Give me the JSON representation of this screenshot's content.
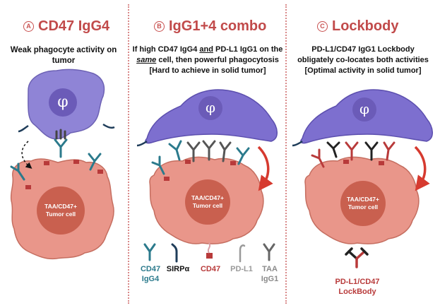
{
  "panels": [
    {
      "badge": "A",
      "title": "CD47 IgG4",
      "description": [
        "Weak phagocyte activity on",
        "tumor"
      ],
      "phagocyte_symbol": "φ",
      "cell_label": [
        "TAA/CD47+",
        "Tumor cell"
      ]
    },
    {
      "badge": "B",
      "title": "IgG1+4 combo",
      "description": {
        "line1_a": "If high CD47 IgG4 ",
        "line1_b": "and",
        "line1_c": " PD-L1 IgG1 on the",
        "line2_a": "same",
        "line2_b": " cell, then powerful phagocytosis",
        "line3": "[Hard to achieve in solid tumor]"
      },
      "phagocyte_symbol": "φ",
      "cell_label": [
        "TAA/CD47+",
        "Tumor cell"
      ]
    },
    {
      "badge": "C",
      "title": "Lockbody",
      "description": [
        "PD-L1/CD47 IgG1 Lockbody",
        "obligately co-locates both activities",
        "[Optimal activity in solid tumor]"
      ],
      "phagocyte_symbol": "φ",
      "cell_label": [
        "TAA/CD47+",
        "Tumor cell"
      ]
    }
  ],
  "legend": [
    {
      "icon": "cd47-igg4-antibody-icon",
      "lines": [
        "CD47",
        "IgG4"
      ],
      "color": "#2b7a8c"
    },
    {
      "icon": "sirpa-receptor-icon",
      "lines": [
        "SIRPα"
      ],
      "color": "#111111"
    },
    {
      "icon": "cd47-marker-icon",
      "lines": [
        "CD47"
      ],
      "color": "#b83a3a"
    },
    {
      "icon": "pd-l1-marker-icon",
      "lines": [
        "PD-L1"
      ],
      "color": "#9a9a9a"
    },
    {
      "icon": "taa-igg1-antibody-icon",
      "lines": [
        "TAA",
        "IgG1"
      ],
      "color": "#8a8a8a"
    }
  ],
  "lockbody_legend": {
    "icon": "pd-l1-cd47-lockbody-icon",
    "lines": [
      "PD-L1/CD47",
      "LockBody"
    ]
  },
  "colors": {
    "phagocyte": "#8f84d6",
    "phagocyte_nucleus": "#6b5bb8",
    "tumor": "#e9968a",
    "tumor_nucleus": "#c9604f",
    "accent_red": "#d63a2f",
    "title": "#c14a4a",
    "divider": "#d98a8a"
  }
}
